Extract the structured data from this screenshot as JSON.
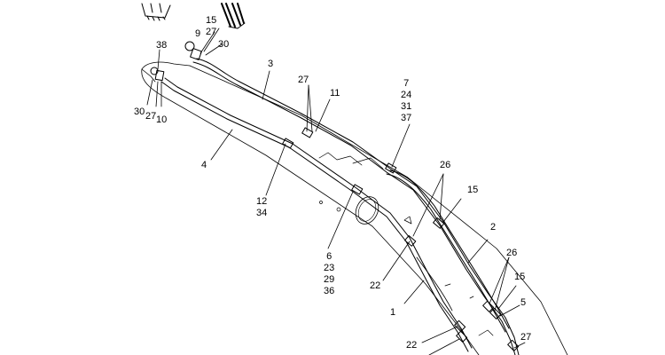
{
  "callouts": {
    "c1": "1",
    "c2": "2",
    "c3": "3",
    "c4": "4",
    "c5": "5",
    "c6": [
      "6",
      "23",
      "29",
      "36"
    ],
    "c7": [
      "7",
      "24",
      "31",
      "37"
    ],
    "c9": "9",
    "c10": "10",
    "c11": "11",
    "c12": [
      "12",
      "34"
    ],
    "c15_top": "15",
    "c27_top": "27",
    "c30_top": "30",
    "c38": "38",
    "c30_left": "30",
    "c27_left": "27",
    "c26_mid": "26",
    "c15_mid": "15",
    "c26_low": "26",
    "c15_low": "15",
    "c27_mid": "27",
    "c22_a": "22",
    "c22_b": "22",
    "c27_bottom": "27"
  },
  "colors": {
    "line": "#000000",
    "background": "#ffffff"
  }
}
